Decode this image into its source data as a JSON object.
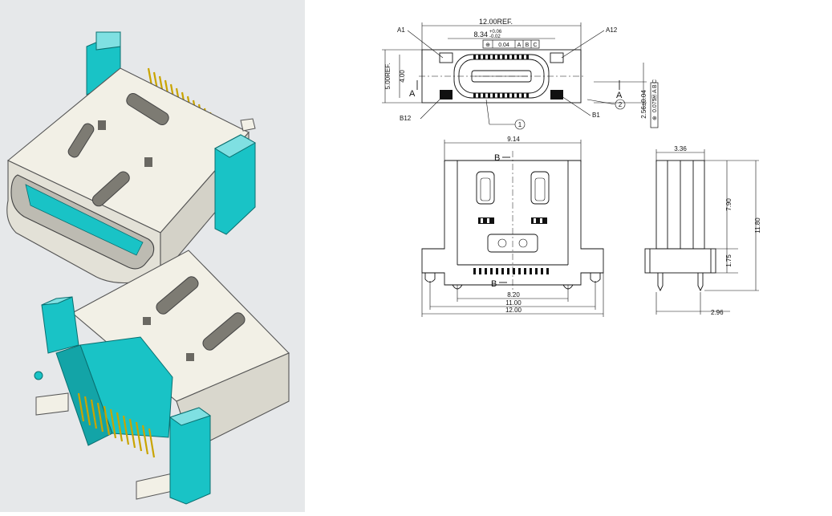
{
  "colors": {
    "render_background": "#e6e8ea",
    "shell": "#f2f0e6",
    "shell_shadow": "#cfcdc3",
    "insulator": "#19c3c6",
    "pins": "#c9a400",
    "drawing_line": "#111111"
  },
  "top_view": {
    "overall_width": "12.00REF.",
    "tongue_width": "8.34",
    "tongue_tol_upper": "+0.06",
    "tongue_tol_lower": "-0.02",
    "fcf_position_symbol": "⊕",
    "fcf_tolerance": "0.04",
    "fcf_datum_a": "A",
    "fcf_datum_b": "B",
    "fcf_datum_c": "C",
    "label_a1": "A1",
    "label_a12": "A12",
    "label_b12": "B12",
    "label_b1": "B1",
    "height_ref": "5.00REF.",
    "inner_height": "4.00",
    "section_marker": "A",
    "opening_height": "2.56±0.04",
    "fcf2_tolerance": "0.075",
    "fcf2_modifier": "Ⓜ",
    "callout_1": "1",
    "callout_2": "2"
  },
  "front_view": {
    "body_width": "9.14",
    "section_marker": "B",
    "pin_span": "8.20",
    "peg_span": "11.00",
    "overall_width": "12.00"
  },
  "side_view": {
    "body_depth": "3.36",
    "body_height": "7.90",
    "overall_height": "11.80",
    "post_height": "1.75",
    "peg_offset": "2.96"
  }
}
